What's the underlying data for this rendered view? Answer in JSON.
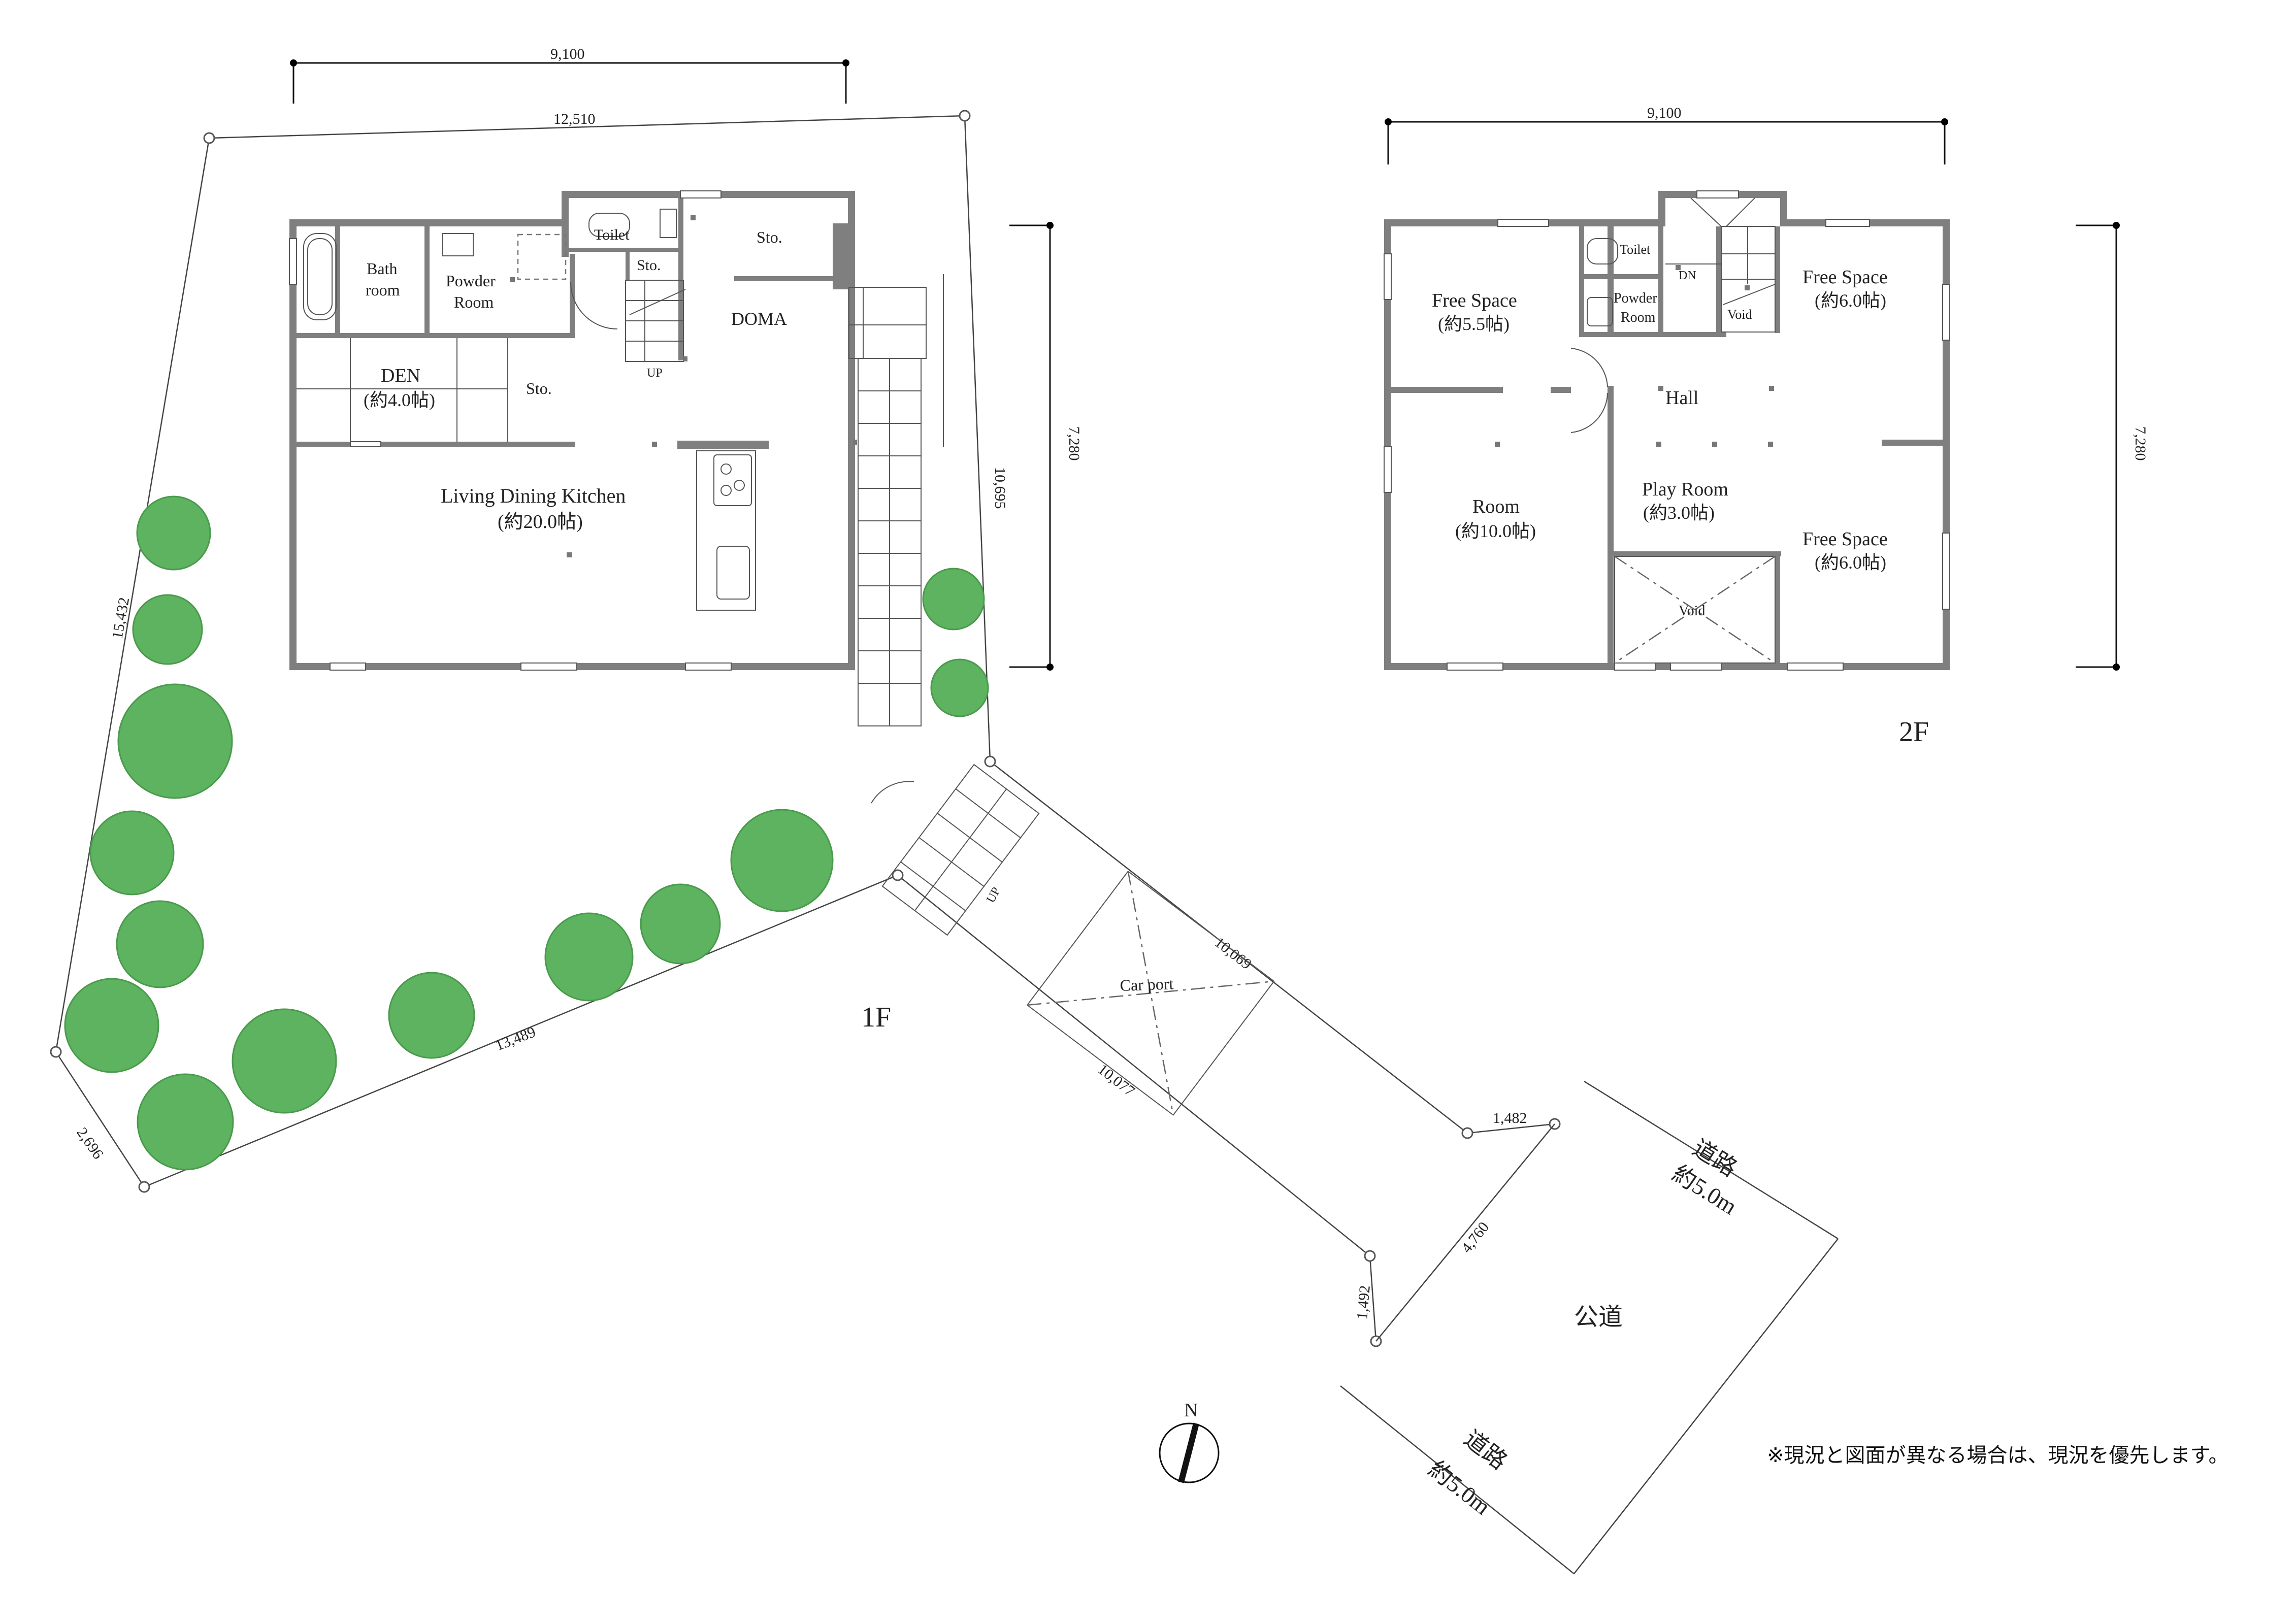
{
  "floor1": {
    "label": "1F",
    "rooms": {
      "bath": "Bath",
      "bath2": "room",
      "powder": "Powder",
      "powder2": "Room",
      "toilet": "Toilet",
      "sto_small": "Sto.",
      "sto_top": "Sto.",
      "doma": "DOMA",
      "den": "DEN",
      "den_size": "(約4.0帖)",
      "sto_den": "Sto.",
      "ldk": "Living Dining Kitchen",
      "ldk_size": "(約20.0帖)",
      "up": "UP",
      "carport": "Car port",
      "up2": "UP"
    },
    "dims": {
      "width": "9,100",
      "depth": "7,280"
    }
  },
  "floor2": {
    "label": "2F",
    "rooms": {
      "free1": "Free Space",
      "free1_size": "(約5.5帖)",
      "toilet": "Toilet",
      "powder": "Powder",
      "powder2": "Room",
      "dn": "DN",
      "void_stair": "Void",
      "free2": "Free Space",
      "free2_size": "(約6.0帖)",
      "hall": "Hall",
      "room": "Room",
      "room_size": "(約10.0帖)",
      "play": "Play Room",
      "play_size": "(約3.0帖)",
      "free3": "Free Space",
      "free3_size": "(約6.0帖)",
      "void": "Void"
    },
    "dims": {
      "width": "9,100",
      "depth": "7,280"
    }
  },
  "site": {
    "edges": {
      "top": "12,510",
      "left": "15,432",
      "right": "10,695",
      "bottom_left": "2,696",
      "bottom": "13,489",
      "drive_left": "10,077",
      "drive_right": "10,069",
      "small_top": "1,482",
      "small_left": "1,492",
      "road_edge": "4,760"
    },
    "road1": "道路",
    "road1_width": "約5.0m",
    "road2": "道路",
    "road2_width": "約5.0m",
    "public_road": "公道",
    "north": "N"
  },
  "note": "※現況と図面が異なる場合は、現況を優先します。"
}
